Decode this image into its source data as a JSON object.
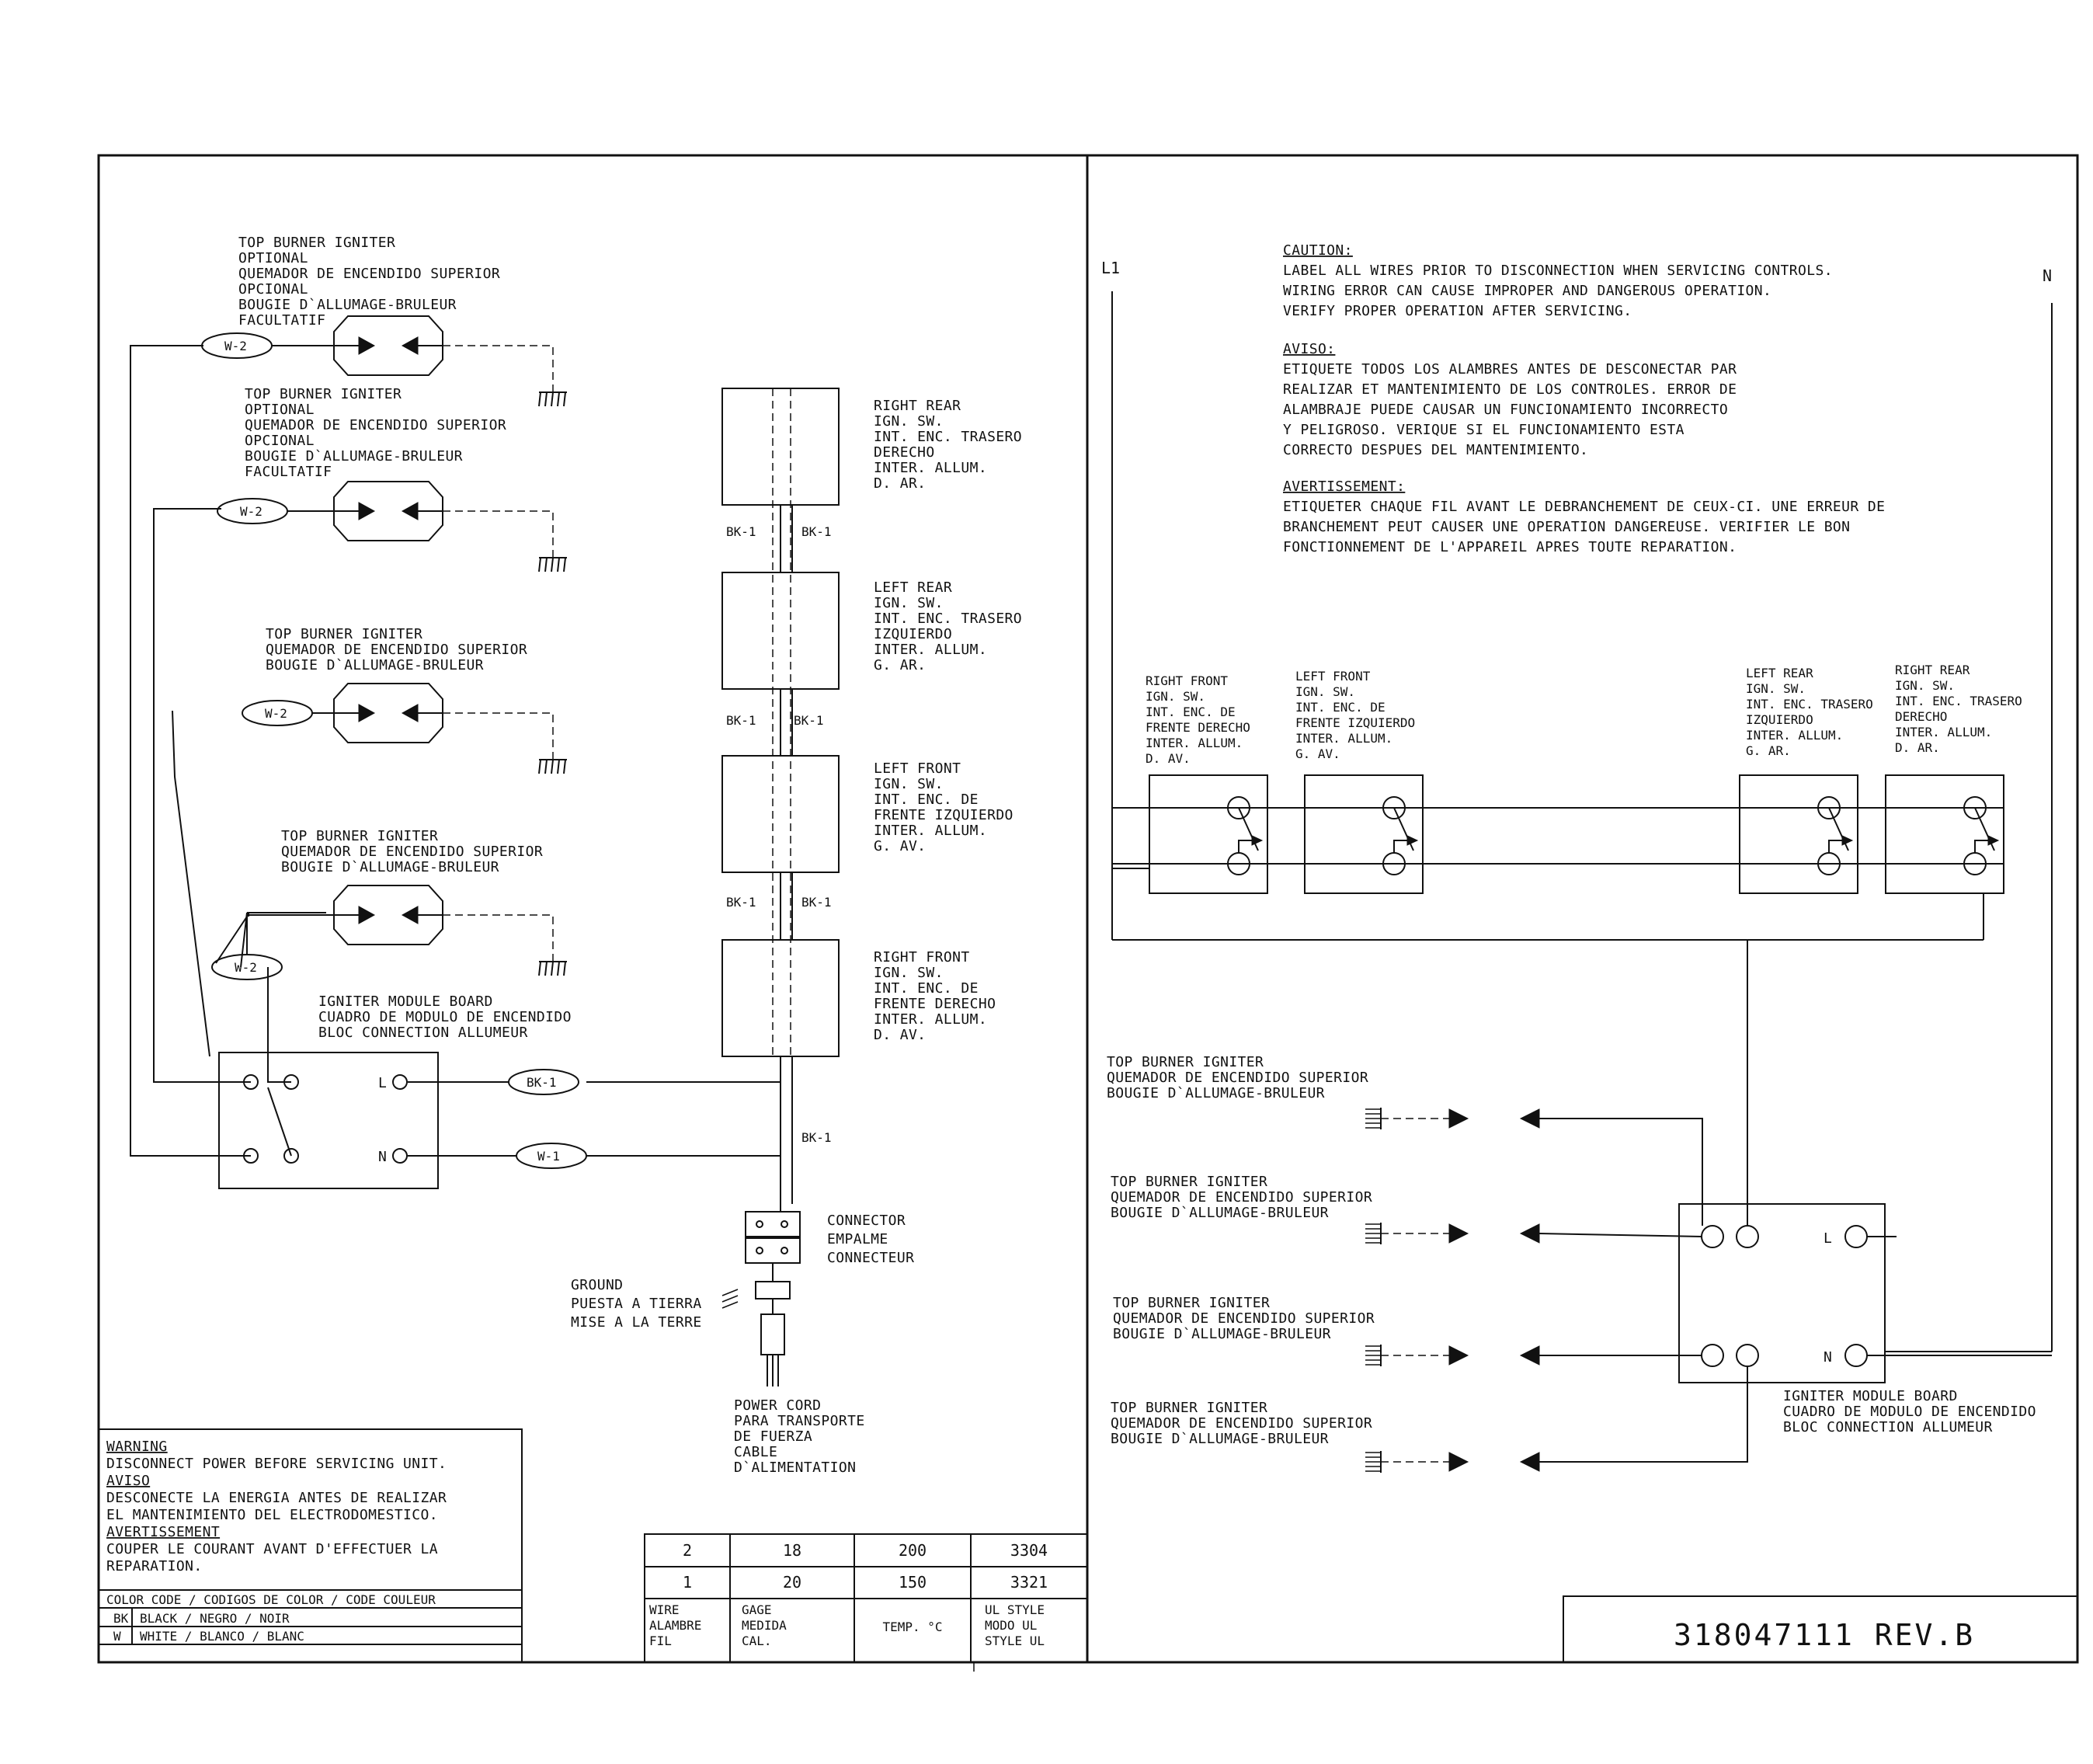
{
  "left_panel": {
    "igniters": [
      {
        "lines": [
          "TOP BURNER IGNITER",
          "OPTIONAL",
          "QUEMADOR DE ENCENDIDO SUPERIOR",
          "OPCIONAL",
          "BOUGIE D`ALLUMAGE-BRULEUR",
          "FACULTATIF"
        ],
        "wire": "W-2"
      },
      {
        "lines": [
          "TOP BURNER IGNITER",
          "OPTIONAL",
          "QUEMADOR DE ENCENDIDO SUPERIOR",
          "OPCIONAL",
          "BOUGIE D`ALLUMAGE-BRULEUR",
          "FACULTATIF"
        ],
        "wire": "W-2"
      },
      {
        "lines": [
          "TOP BURNER IGNITER",
          "QUEMADOR DE ENCENDIDO SUPERIOR",
          "BOUGIE D`ALLUMAGE-BRULEUR"
        ],
        "wire": "W-2"
      },
      {
        "lines": [
          "TOP BURNER IGNITER",
          "QUEMADOR DE ENCENDIDO SUPERIOR",
          "BOUGIE D`ALLUMAGE-BRULEUR"
        ],
        "wire": "W-2"
      }
    ],
    "switches": [
      {
        "lines": [
          "RIGHT REAR",
          "IGN. SW.",
          "INT. ENC. TRASERO",
          "DERECHO",
          "INTER. ALLUM.",
          "D. AR."
        ]
      },
      {
        "lines": [
          "LEFT REAR",
          "IGN. SW.",
          "INT. ENC. TRASERO",
          "IZQUIERDO",
          "INTER. ALLUM.",
          "G. AR."
        ]
      },
      {
        "lines": [
          "LEFT FRONT",
          "IGN. SW.",
          "INT. ENC.  DE",
          "FRENTE IZQUIERDO",
          "INTER. ALLUM.",
          "G. AV."
        ]
      },
      {
        "lines": [
          "RIGHT FRONT",
          "IGN. SW.",
          "INT. ENC.  DE",
          "FRENTE DERECHO",
          "INTER. ALLUM.",
          "D. AV."
        ]
      }
    ],
    "bk_labels": [
      "BK-1",
      "BK-1",
      "BK-1",
      "BK-1",
      "BK-1",
      "BK-1",
      "BK-1"
    ],
    "module_board": {
      "lines": [
        "IGNITER MODULE BOARD",
        "CUADRO DE MODULO DE ENCENDIDO",
        "BLOC CONNECTION ALLUMEUR"
      ],
      "terminal_L": "L",
      "terminal_N": "N"
    },
    "wire_bk": "BK-1",
    "wire_w": "W-1",
    "connector": [
      "CONNECTOR",
      "EMPALME",
      "CONNECTEUR"
    ],
    "ground": [
      "GROUND",
      "PUESTA A TIERRA",
      "MISE A LA TERRE"
    ],
    "power_cord": [
      "POWER CORD",
      "PARA TRANSPORTE",
      "DE FUERZA",
      "CABLE",
      "D`ALIMENTATION"
    ]
  },
  "warning_box": {
    "warning_title": "WARNING",
    "warning_text": "DISCONNECT POWER BEFORE SERVICING UNIT.",
    "aviso_title": "AVISO",
    "aviso_text": [
      "DESCONECTE LA ENERGIA ANTES DE REALIZAR",
      "EL MANTENIMIENTO DEL ELECTRODOMESTICO."
    ],
    "avert_title": "AVERTISSEMENT",
    "avert_text": [
      "COUPER LE COURANT AVANT D'EFFECTUER LA",
      "REPARATION."
    ]
  },
  "color_code": {
    "header": "COLOR CODE / CODIGOS DE COLOR / CODE COULEUR",
    "rows": [
      {
        "code": "BK",
        "desc": "BLACK /  NEGRO / NOIR"
      },
      {
        "code": "W",
        "desc": "WHITE / BLANCO / BLANC"
      }
    ]
  },
  "wire_table": {
    "rows": [
      [
        "2",
        "18",
        "200",
        "3304"
      ],
      [
        "1",
        "20",
        "150",
        "3321"
      ]
    ],
    "headers": [
      [
        "WIRE",
        "ALAMBRE",
        "FIL"
      ],
      [
        "GAGE",
        "MEDIDA",
        "CAL."
      ],
      [
        "TEMP. °C"
      ],
      [
        "UL STYLE",
        "MODO UL",
        "STYLE UL"
      ]
    ]
  },
  "right_panel": {
    "l1": "L1",
    "n": "N",
    "caution_title": "CAUTION:",
    "caution_text": [
      "LABEL ALL WIRES PRIOR TO DISCONNECTION WHEN SERVICING CONTROLS.",
      "WIRING ERROR CAN CAUSE IMPROPER AND DANGEROUS OPERATION.",
      "VERIFY PROPER OPERATION AFTER SERVICING."
    ],
    "aviso_title": "AVISO:",
    "aviso_text": [
      "ETIQUETE TODOS LOS ALAMBRES ANTES DE DESCONECTAR PAR",
      "REALIZAR ET MANTENIMIENTO DE LOS CONTROLES. ERROR DE",
      "ALAMBRAJE PUEDE CAUSAR UN FUNCIONAMIENTO INCORRECTO",
      "Y PELIGROSO. VERIQUE SI EL FUNCIONAMIENTO ESTA",
      "CORRECTO DESPUES DEL MANTENIMIENTO."
    ],
    "avert_title": "AVERTISSEMENT:",
    "avert_text": [
      "ETIQUETER CHAQUE FIL AVANT LE DEBRANCHEMENT DE CEUX-CI. UNE ERREUR DE",
      "BRANCHEMENT PEUT CAUSER UNE OPERATION DANGEREUSE. VERIFIER LE BON",
      "FONCTIONNEMENT DE L'APPAREIL APRES TOUTE REPARATION."
    ],
    "switches": [
      {
        "lines": [
          "RIGHT FRONT",
          "IGN. SW.",
          "INT. ENC.  DE",
          "FRENTE DERECHO",
          "INTER. ALLUM.",
          "D. AV."
        ]
      },
      {
        "lines": [
          "LEFT FRONT",
          "IGN. SW.",
          "INT. ENC.  DE",
          "FRENTE IZQUIERDO",
          "INTER. ALLUM.",
          "G. AV."
        ]
      },
      {
        "lines": [
          "LEFT REAR",
          "IGN. SW.",
          "INT. ENC. TRASERO",
          "IZQUIERDO",
          "INTER. ALLUM.",
          "G. AR."
        ]
      },
      {
        "lines": [
          "RIGHT REAR",
          "IGN. SW.",
          "INT. ENC. TRASERO",
          "DERECHO",
          "INTER. ALLUM.",
          "D. AR."
        ]
      }
    ],
    "igniters": [
      {
        "lines": [
          "TOP BURNER IGNITER",
          "QUEMADOR DE ENCENDIDO SUPERIOR",
          "BOUGIE D`ALLUMAGE-BRULEUR"
        ]
      },
      {
        "lines": [
          "TOP BURNER IGNITER",
          "QUEMADOR DE ENCENDIDO SUPERIOR",
          "BOUGIE D`ALLUMAGE-BRULEUR"
        ]
      },
      {
        "lines": [
          "TOP BURNER IGNITER",
          "QUEMADOR DE ENCENDIDO SUPERIOR",
          "BOUGIE D`ALLUMAGE-BRULEUR"
        ]
      },
      {
        "lines": [
          "TOP BURNER IGNITER",
          "QUEMADOR DE ENCENDIDO SUPERIOR",
          "BOUGIE D`ALLUMAGE-BRULEUR"
        ]
      }
    ],
    "module_board": {
      "lines": [
        "IGNITER MODULE BOARD",
        "CUADRO DE MODULO DE ENCENDIDO",
        "BLOC CONNECTION ALLUMEUR"
      ],
      "terminal_L": "L",
      "terminal_N": "N"
    }
  },
  "title_block": {
    "part_number": "318047111 REV.B"
  }
}
